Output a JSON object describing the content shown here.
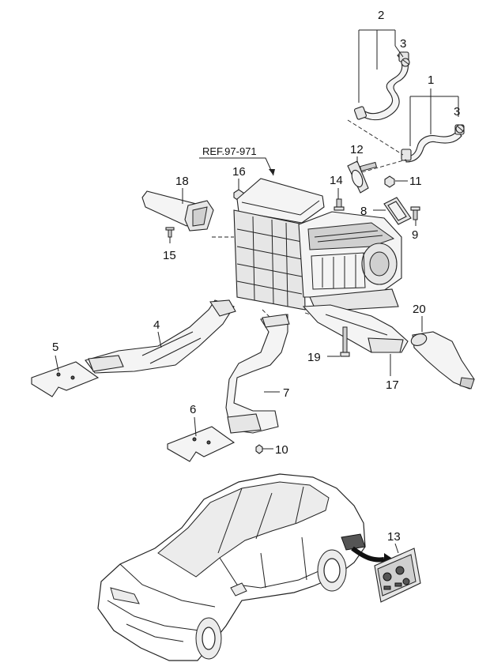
{
  "reference": "REF.97-971",
  "callouts": {
    "c1": "1",
    "c2": "2",
    "c3a": "3",
    "c3b": "3",
    "c4": "4",
    "c5": "5",
    "c6": "6",
    "c7": "7",
    "c8": "8",
    "c9": "9",
    "c10": "10",
    "c11": "11",
    "c12": "12",
    "c13": "13",
    "c14": "14",
    "c15": "15",
    "c16": "16",
    "c17": "17",
    "c18": "18",
    "c19": "19",
    "c20": "20"
  }
}
